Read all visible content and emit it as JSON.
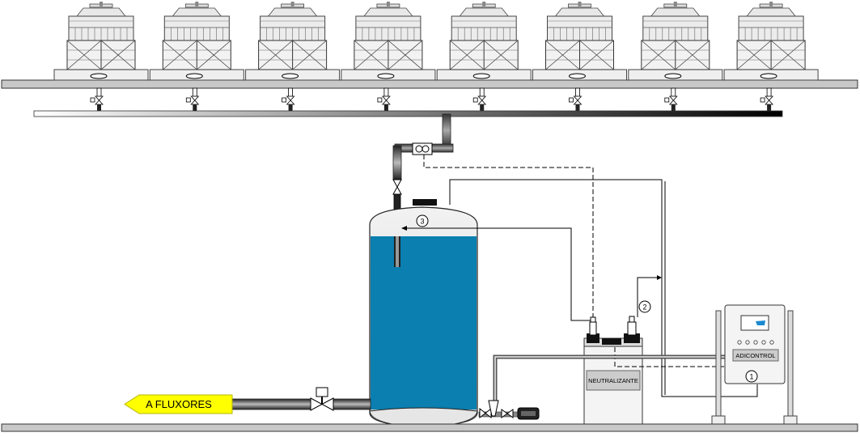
{
  "labels": {
    "outflow_arrow": "A FLUXORES",
    "neutralizer_tank": "NEUTRALIZANTE",
    "controller": "ADICONTROL"
  },
  "markers": [
    "1",
    "2",
    "3"
  ],
  "equipment": {
    "cooling_tower_count": 8
  },
  "colors": {
    "water": "#0a7fb0",
    "arrow_fill": "#ffff00",
    "deck": "#c8c8c8",
    "outline": "#000000"
  }
}
